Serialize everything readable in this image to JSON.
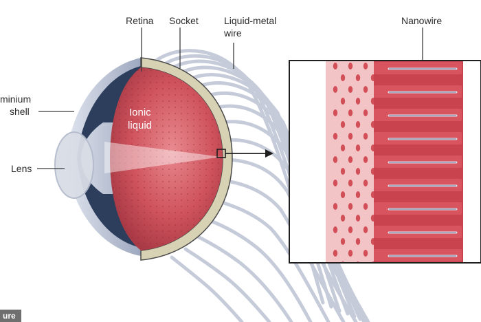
{
  "labels": {
    "retina": "Retina",
    "socket": "Socket",
    "liquid_metal_wire_1": "Liquid-metal",
    "liquid_metal_wire_2": "wire",
    "nanowire": "Nanowire",
    "aluminium_shell_1": "minium",
    "aluminium_shell_2": "shell",
    "ionic_liquid_1": "Ionic",
    "ionic_liquid_2": "liquid",
    "lens": "Lens"
  },
  "credit": "ure",
  "colors": {
    "retina_red": "#c94a55",
    "socket_beige": "#d8d2b4",
    "shell_navy": "#2c3e5c",
    "wire_bluegrey": "#c3c9d9",
    "inset_pink": "#f2c4c6",
    "nanowire_pink": "#d24f58"
  }
}
